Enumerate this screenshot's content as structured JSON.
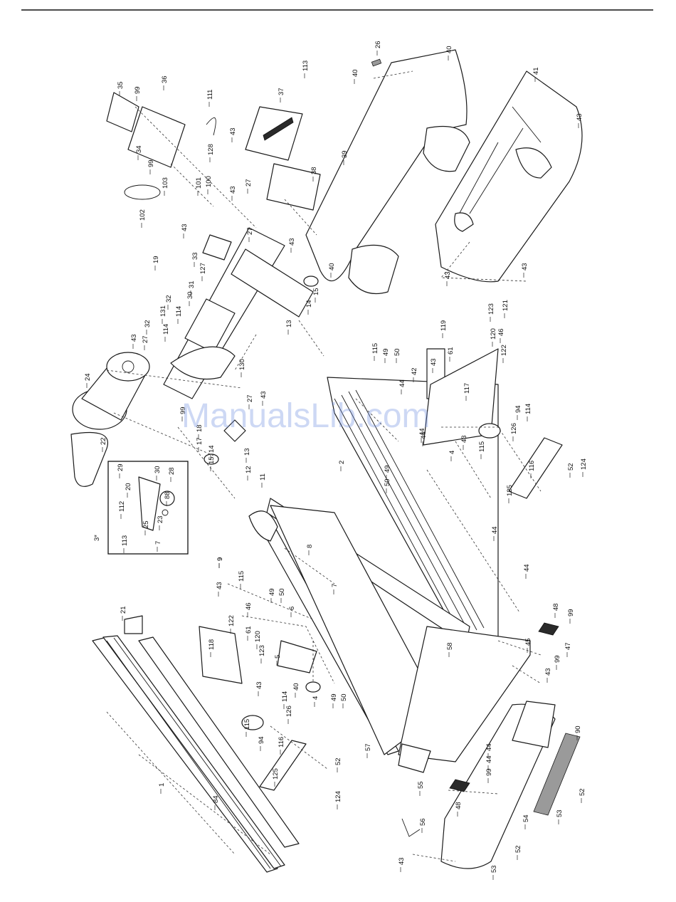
{
  "watermark": "ManualsLib.com",
  "inset_box_label": "3*",
  "part_labels": [
    "35",
    "99",
    "36",
    "34",
    "99",
    "103",
    "102",
    "111",
    "128",
    "113",
    "40",
    "26",
    "40",
    "37",
    "43",
    "38",
    "39",
    "41",
    "43",
    "101",
    "100",
    "43",
    "27",
    "43",
    "33",
    "19",
    "127",
    "31",
    "30",
    "32",
    "114",
    "131",
    "32",
    "114",
    "27",
    "43",
    "27",
    "43",
    "15",
    "14",
    "13",
    "40",
    "43",
    "43",
    "24",
    "130",
    "27",
    "43",
    "99",
    "17",
    "18",
    "14",
    "15",
    "13",
    "12",
    "11",
    "22",
    "29",
    "20",
    "30",
    "28",
    "112",
    "88",
    "25",
    "23",
    "113",
    "7",
    "9",
    "8",
    "2",
    "115",
    "49",
    "50",
    "42",
    "44",
    "43",
    "119",
    "123",
    "121",
    "120",
    "61",
    "46",
    "122",
    "117",
    "44",
    "4",
    "43",
    "115",
    "94",
    "114",
    "126",
    "116",
    "52",
    "124",
    "125",
    "49",
    "50",
    "44",
    "44",
    "44",
    "9",
    "115",
    "49",
    "50",
    "43",
    "46",
    "122",
    "61",
    "118",
    "120",
    "123",
    "5",
    "40",
    "43",
    "6",
    "7",
    "21",
    "4",
    "49",
    "50",
    "115",
    "94",
    "114",
    "126",
    "116",
    "52",
    "125",
    "124",
    "57",
    "58",
    "45",
    "48",
    "99",
    "43",
    "99",
    "47",
    "44",
    "55",
    "48",
    "99",
    "44",
    "90",
    "52",
    "53",
    "56",
    "54",
    "43",
    "53",
    "52",
    "1",
    "84"
  ]
}
